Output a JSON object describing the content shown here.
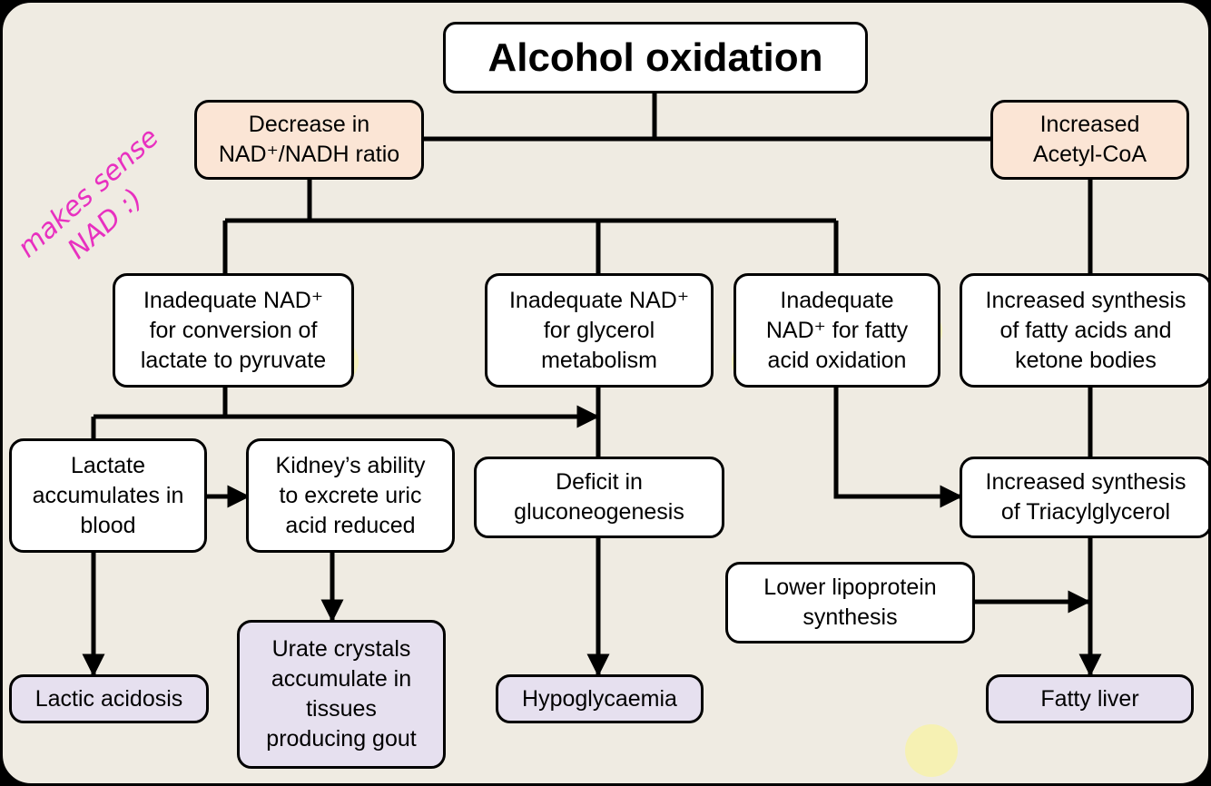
{
  "diagram": {
    "title": "Alcohol oxidation",
    "nodes": {
      "nad_ratio": "Decrease in\nNAD⁺/NADH ratio",
      "acetyl_coa": "Increased\nAcetyl-CoA",
      "lactate_pyruvate": "Inadequate NAD⁺\nfor conversion of\nlactate to pyruvate",
      "glycerol": "Inadequate NAD⁺\nfor glycerol\nmetabolism",
      "fatty_oxidation": "Inadequate\nNAD⁺ for fatty\nacid oxidation",
      "fa_synthesis": "Increased synthesis\nof fatty acids and\nketone bodies",
      "lactate_blood": "Lactate\naccumulates in\nblood",
      "kidney": "Kidney’s ability\nto excrete uric\nacid reduced",
      "gluconeo": "Deficit in\ngluconeogenesis",
      "tag": "Increased synthesis\nof Triacylglycerol",
      "lipoprotein": "Lower lipoprotein\nsynthesis",
      "lactic_acidosis": "Lactic acidosis",
      "urate": "Urate crystals\naccumulate in\ntissues\nproducing gout",
      "hypoglycaemia": "Hypoglycaemia",
      "fatty_liver": "Fatty liver"
    },
    "handwritten_note": "makes sense\nNAD :)",
    "colors": {
      "background": "#efebe2",
      "peach": "#fbe5d5",
      "lavender": "#e6e0ef",
      "highlight": "#f8f3a8",
      "ink": "#e830c0"
    }
  }
}
